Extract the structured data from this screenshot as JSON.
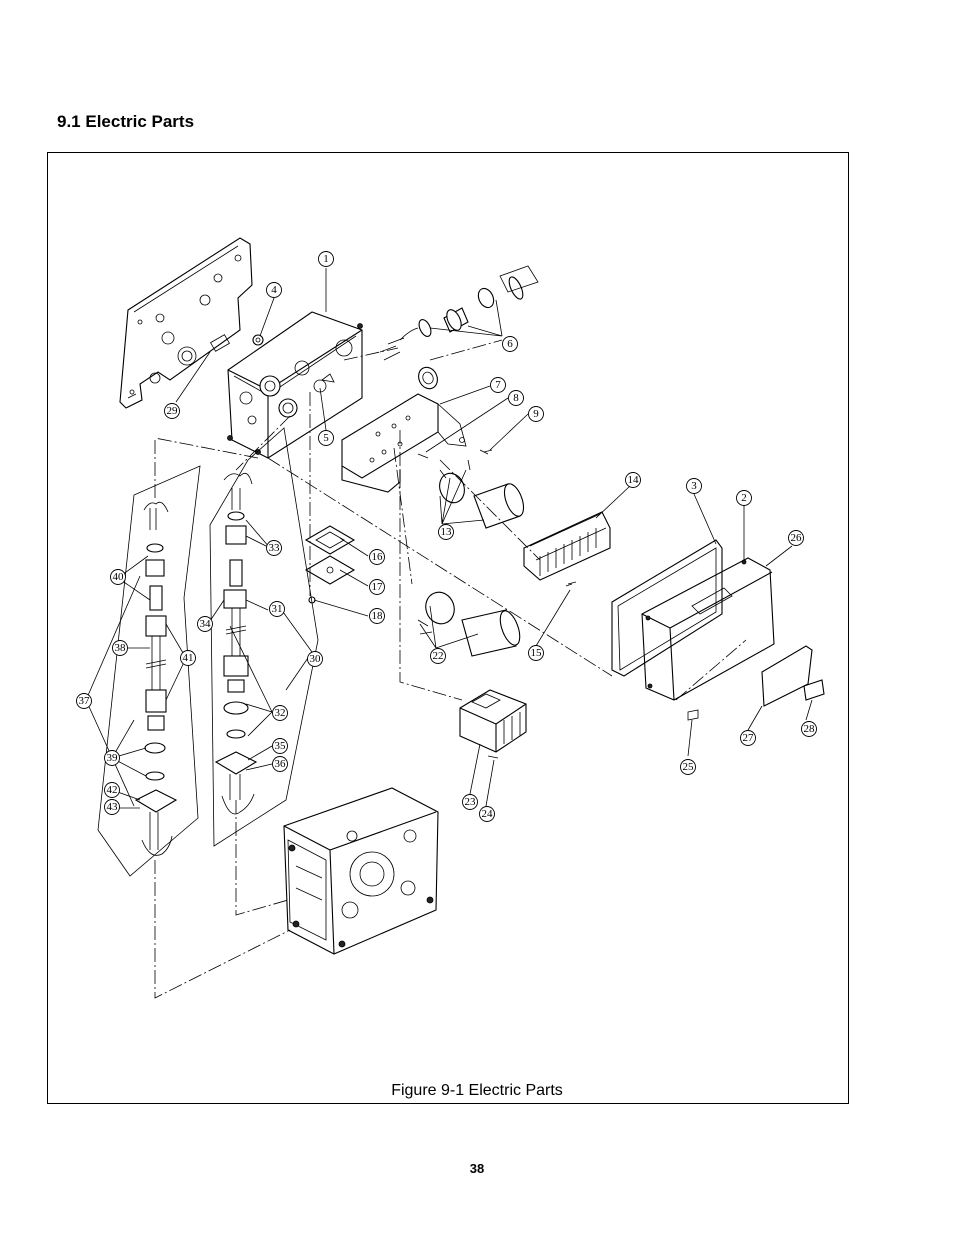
{
  "section_title": "9.1 Electric Parts",
  "figure_caption": "Figure 9-1  Electric Parts",
  "page_number": "38",
  "callouts": [
    {
      "number": "1"
    },
    {
      "number": "2"
    },
    {
      "number": "3"
    },
    {
      "number": "4"
    },
    {
      "number": "5"
    },
    {
      "number": "6"
    },
    {
      "number": "7"
    },
    {
      "number": "8"
    },
    {
      "number": "9"
    },
    {
      "number": "13"
    },
    {
      "number": "14"
    },
    {
      "number": "15"
    },
    {
      "number": "16"
    },
    {
      "number": "17"
    },
    {
      "number": "18"
    },
    {
      "number": "22"
    },
    {
      "number": "23"
    },
    {
      "number": "24"
    },
    {
      "number": "25"
    },
    {
      "number": "26"
    },
    {
      "number": "27"
    },
    {
      "number": "28"
    },
    {
      "number": "29"
    },
    {
      "number": "30"
    },
    {
      "number": "31"
    },
    {
      "number": "32"
    },
    {
      "number": "33"
    },
    {
      "number": "34"
    },
    {
      "number": "35"
    },
    {
      "number": "36"
    },
    {
      "number": "37"
    },
    {
      "number": "38"
    },
    {
      "number": "39"
    },
    {
      "number": "40"
    },
    {
      "number": "41"
    },
    {
      "number": "42"
    },
    {
      "number": "43"
    }
  ]
}
